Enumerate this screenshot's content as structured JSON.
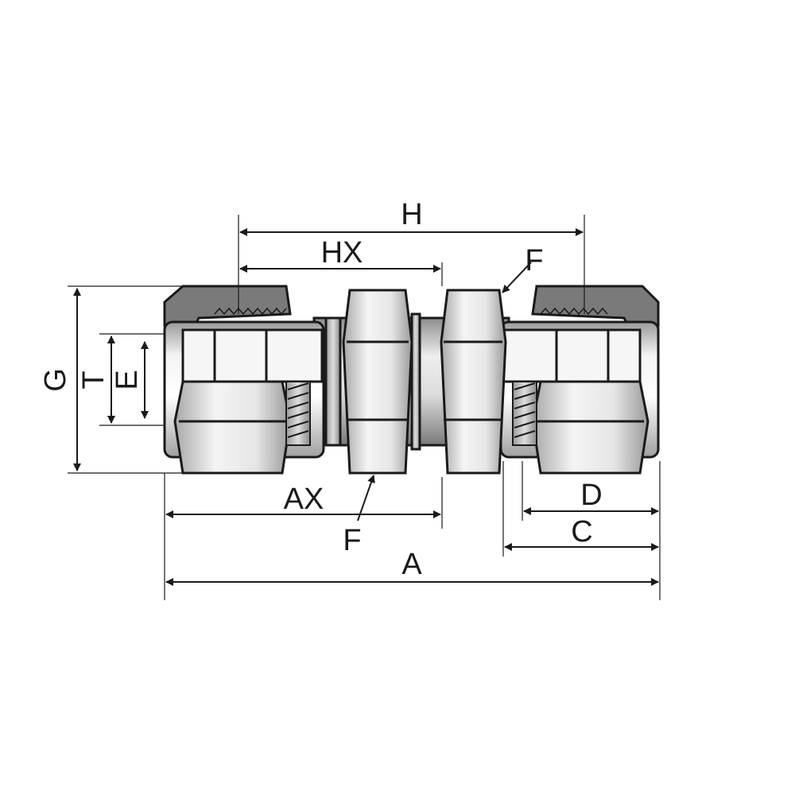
{
  "labels": {
    "h": "H",
    "hx": "HX",
    "f_top": "F",
    "f_bottom": "F",
    "g": "G",
    "t": "T",
    "e": "E",
    "ax": "AX",
    "d": "D",
    "c": "C",
    "a": "A"
  },
  "colors": {
    "line": "#1a1a1a",
    "nut_dark": "#7a7a7a",
    "metal_light": "#f2f2f2",
    "metal_mid": "#c8c8c8",
    "metal_dark": "#8c8c8c"
  }
}
